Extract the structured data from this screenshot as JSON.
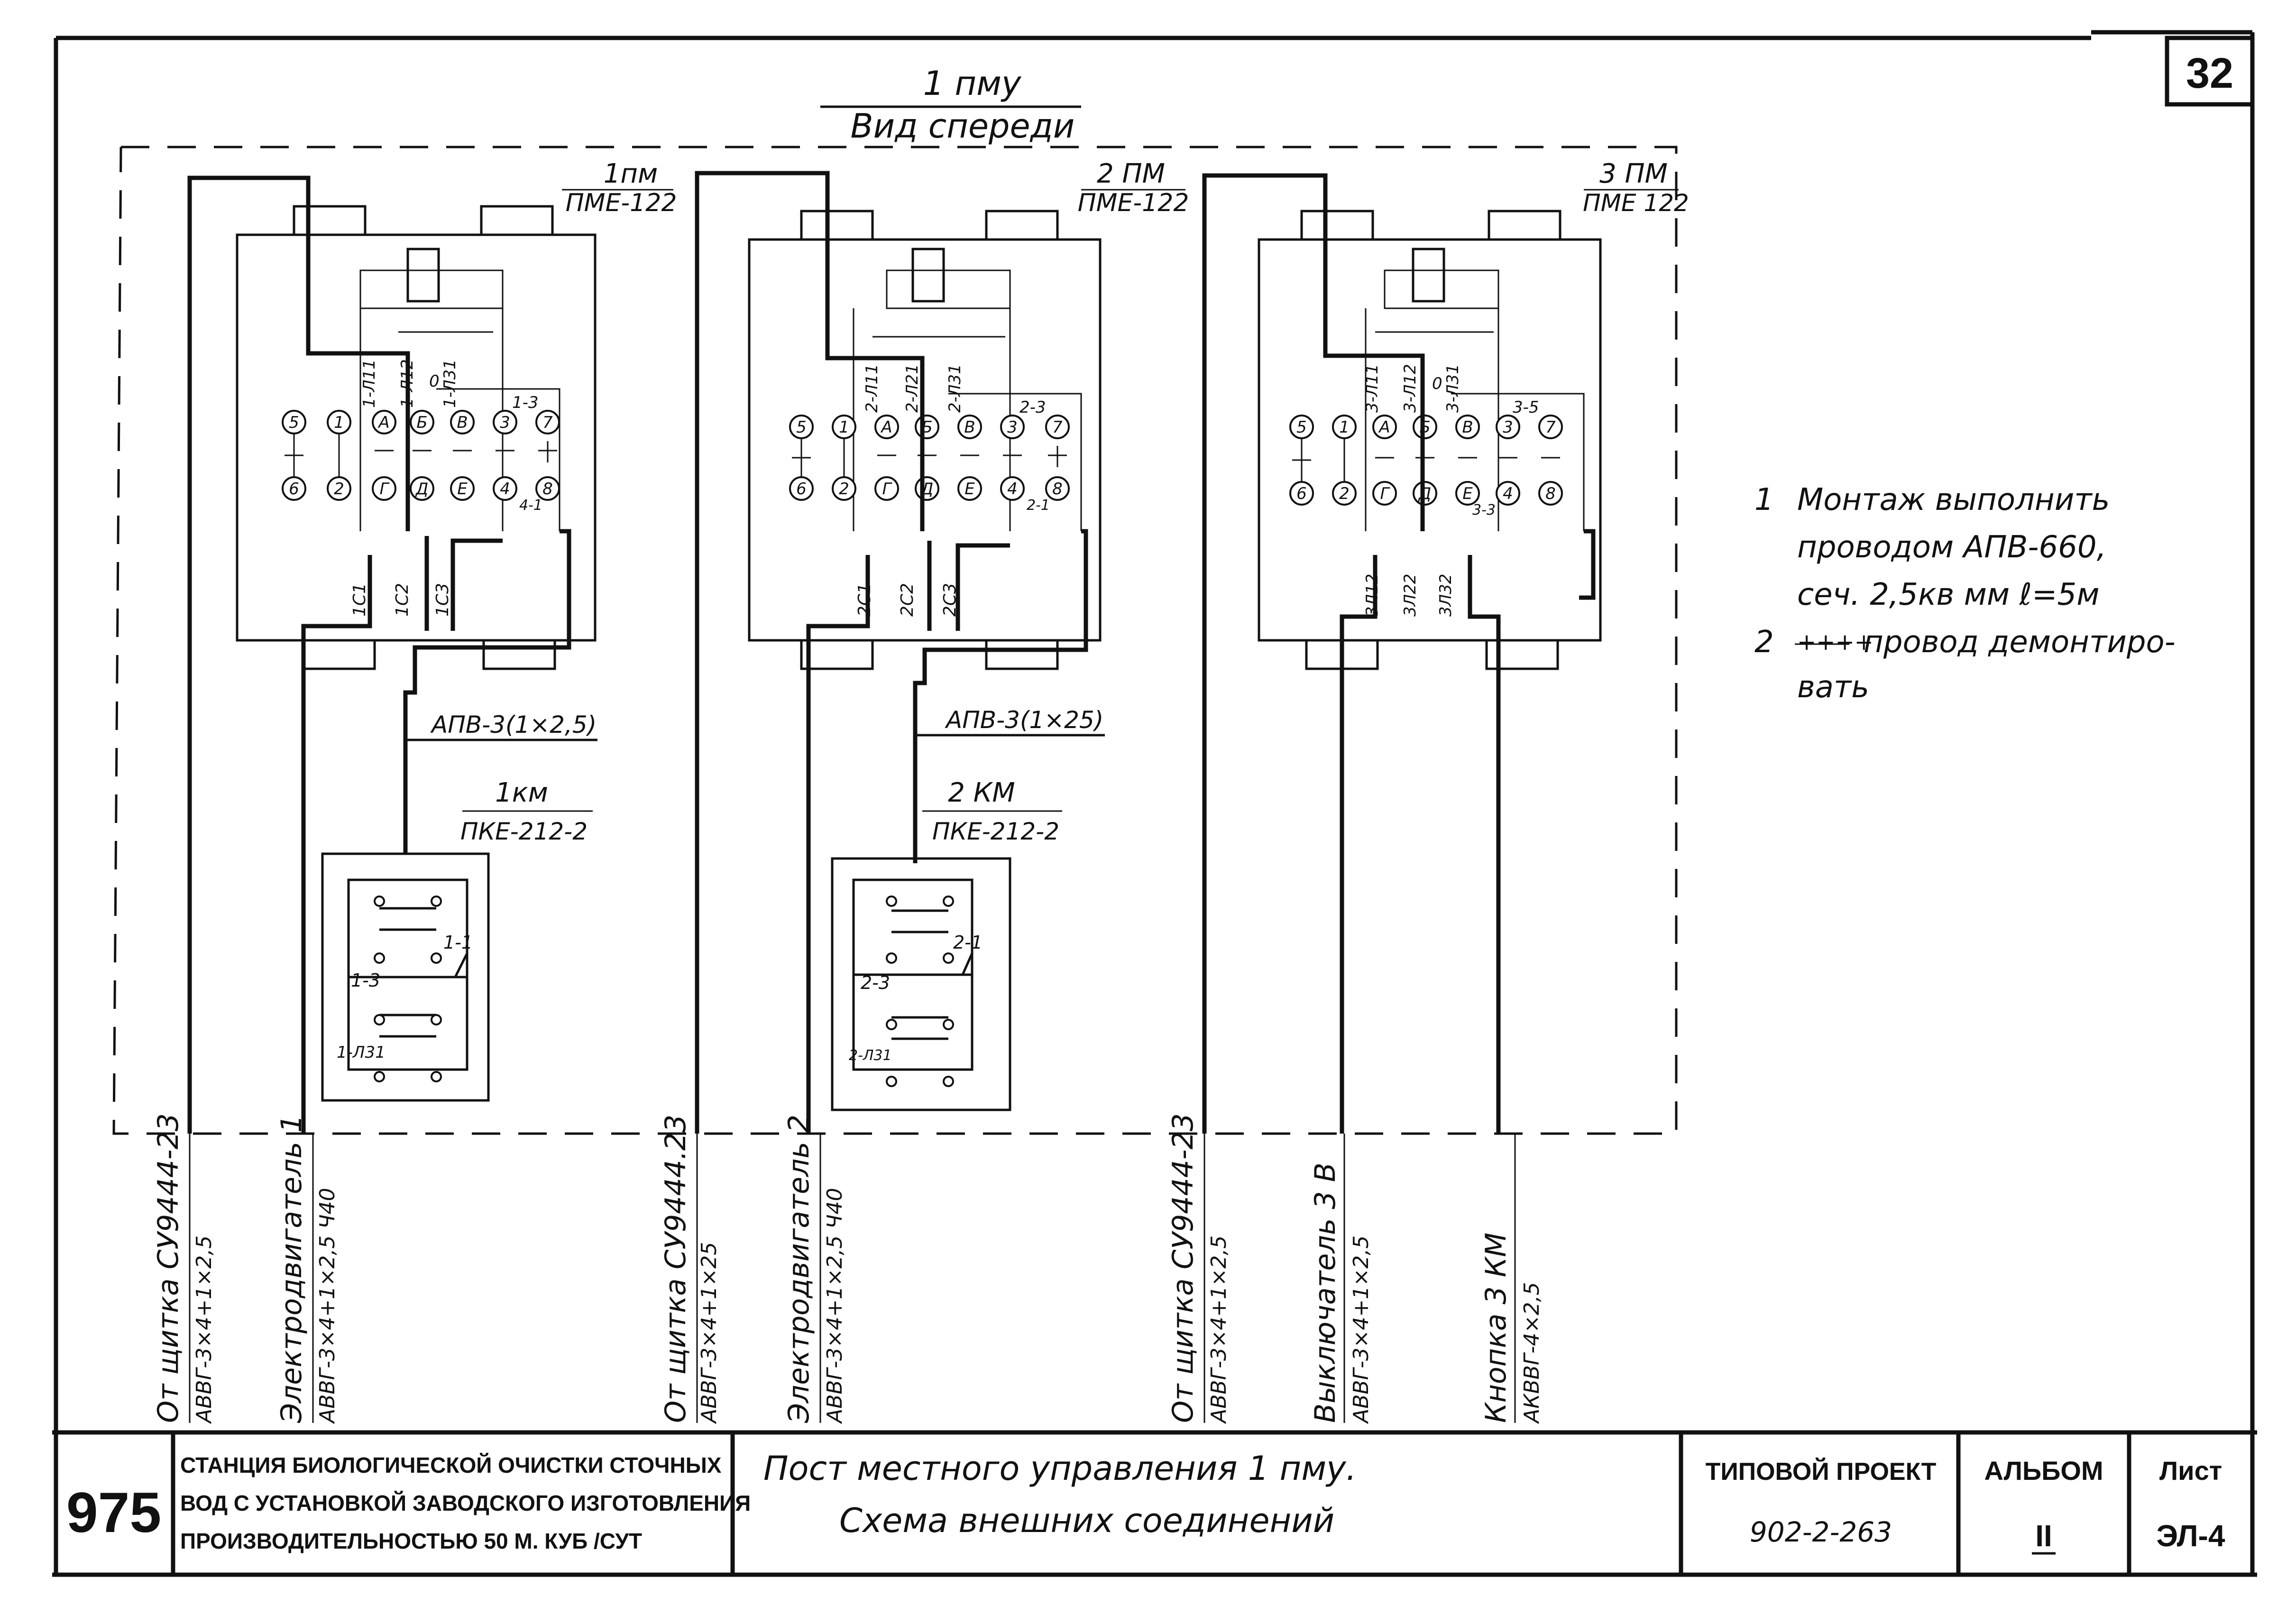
{
  "sheet_number": "32",
  "title": {
    "line1": "1 пму",
    "line2": "Вид спереди"
  },
  "panels": [
    {
      "name": "1пм",
      "type": "ПМЕ-122",
      "terminals": [
        "5",
        "6",
        "1",
        "2",
        "А",
        "Г",
        "Б",
        "Д",
        "В",
        "Е",
        "3",
        "4",
        "7",
        "8"
      ],
      "wire_labels": [
        "1-Л11",
        "1-Л12",
        "0",
        "1-Л31",
        "1-3",
        "4-1",
        "1С1",
        "1С2",
        "1С3"
      ]
    },
    {
      "name": "2 ПМ",
      "type": "ПМЕ-122",
      "terminals": [
        "5",
        "6",
        "1",
        "2",
        "А",
        "Г",
        "Б",
        "Д",
        "В",
        "Е",
        "3",
        "4",
        "7",
        "8"
      ],
      "wire_labels": [
        "2-Л11",
        "2-Л21",
        "2-Л31",
        "2-3",
        "2-1",
        "2С1",
        "2С2",
        "2С3"
      ]
    },
    {
      "name": "3 ПМ",
      "type": "ПМЕ 122",
      "terminals": [
        "5",
        "6",
        "1",
        "2",
        "А",
        "Г",
        "Б",
        "Д",
        "В",
        "Е",
        "3",
        "4",
        "7",
        "8"
      ],
      "wire_labels": [
        "3-Л11",
        "3-Л12",
        "0",
        "3-Л31",
        "3-5",
        "3-3",
        "3Л12",
        "3Л22",
        "3Л32"
      ]
    }
  ],
  "stations": [
    {
      "name": "1км",
      "type": "ПКЕ-212-2",
      "cable": "АПВ-3(1×2,5)",
      "labels": [
        "1-1",
        "1-3",
        "1-Л31"
      ]
    },
    {
      "name": "2 КМ",
      "type": "ПКЕ-212-2",
      "cable": "АПВ-3(1×25)",
      "labels": [
        "2-1",
        "2-3",
        "2-Л31"
      ]
    }
  ],
  "cables": [
    {
      "source": "От щитка СУ9444-23",
      "spec": "АВВГ-3×4+1×2,5"
    },
    {
      "source": "Электродвигатель 1",
      "spec": "АВВГ-3×4+1×2,5 Ч40"
    },
    {
      "source": "От щитка СУ9444.23",
      "spec": "АВВГ-3×4+1×25"
    },
    {
      "source": "Электродвигатель 2",
      "spec": "АВВГ-3×4+1×2,5 Ч40"
    },
    {
      "source": "От щитка СУ9444-23",
      "spec": "АВВГ-3×4+1×2,5"
    },
    {
      "source": "Выключатель 3 В",
      "spec": "АВВГ-3×4+1×2,5"
    },
    {
      "source": "Кнопка 3 КМ",
      "spec": "АКВВГ-4×2,5"
    }
  ],
  "notes": [
    {
      "n": "1",
      "lines": [
        "Монтаж выполнить",
        "проводом АПВ-660,",
        "сеч. 2,5кв мм  ℓ=5м"
      ]
    },
    {
      "n": "2",
      "mark": "++++",
      "lines": [
        "провод демонтиро-",
        "вать"
      ]
    }
  ],
  "title_block": {
    "code": "975",
    "org": [
      "СТАНЦИЯ БИОЛОГИЧЕСКОЙ ОЧИСТКИ СТОЧНЫХ",
      "ВОД С УСТАНОВКОЙ  ЗАВОДСКОГО ИЗГОТОВЛЕНИЯ",
      "ПРОИЗВОДИТЕЛЬНОСТЬЮ   50 М. КУБ /СУТ"
    ],
    "drawing_title": [
      "Пост  местного  управления   1 пму.",
      "Схема  внешних  соединений"
    ],
    "project_label": "ТИПОВОЙ  ПРОЕКТ",
    "project_number": "902-2-263",
    "album_label": "АЛЬБОМ",
    "album_number": "II",
    "sheet_label": "Лист",
    "sheet_code": "ЭЛ-4"
  }
}
